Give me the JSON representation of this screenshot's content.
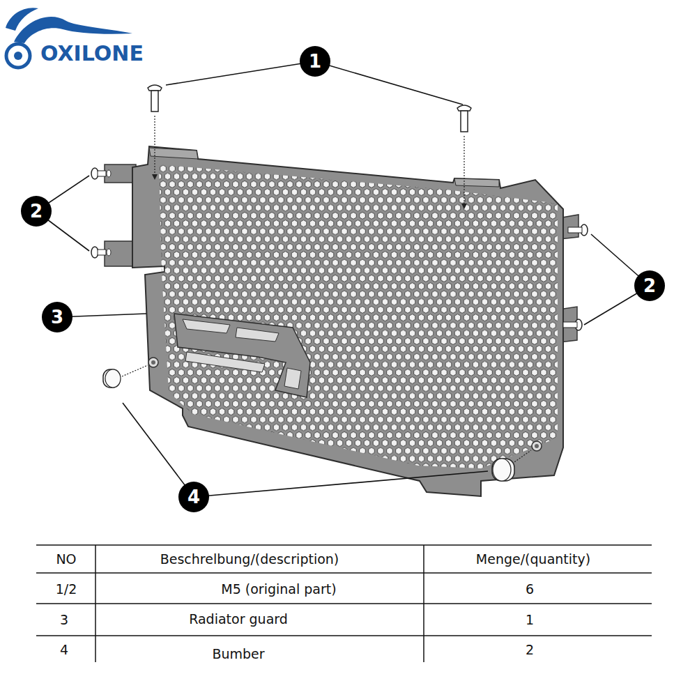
{
  "diagram": {
    "nodes": [
      {
        "text": [
          "1"
        ]
      },
      {
        "text": [
          "2"
        ]
      },
      {
        "text": [
          "2"
        ]
      },
      {
        "text": [
          "3"
        ]
      },
      {
        "text": [
          "4"
        ]
      }
    ],
    "labels": [
      "OXILONE",
      "NO",
      "Beschrelbung/(description)",
      "Menge/(quantity)",
      "1/2",
      "M5 (original part)",
      "6",
      "3",
      "Radiator guard",
      "1",
      "4",
      "Bumber",
      "2"
    ]
  }
}
